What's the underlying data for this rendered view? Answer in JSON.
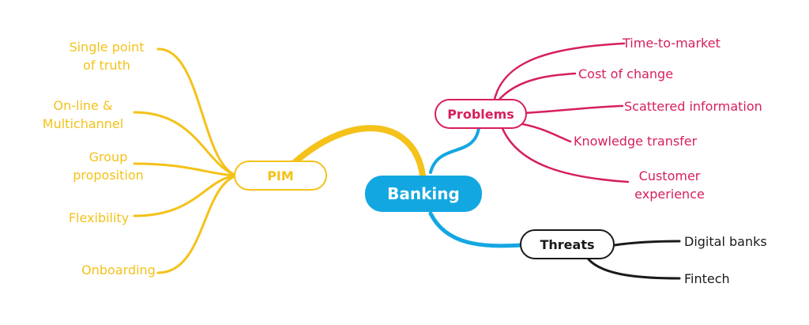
{
  "central": {
    "label": "Banking"
  },
  "branches": {
    "pim": {
      "label": "PIM",
      "items": [
        "Single point\nof truth",
        "On-line &\nMultichannel",
        "Group\nproposition",
        "Flexibility",
        "Onboarding"
      ]
    },
    "problems": {
      "label": "Problems",
      "items": [
        "Time-to-market",
        "Cost of change",
        "Scattered information",
        "Knowledge transfer",
        "Customer\nexperience"
      ]
    },
    "threats": {
      "label": "Threats",
      "items": [
        "Digital banks",
        "Fintech"
      ]
    }
  },
  "colors": {
    "central": "#13a7e1",
    "pim": "#f4c21a",
    "problems": "#d61f5e",
    "threats": "#1a1a1a"
  }
}
